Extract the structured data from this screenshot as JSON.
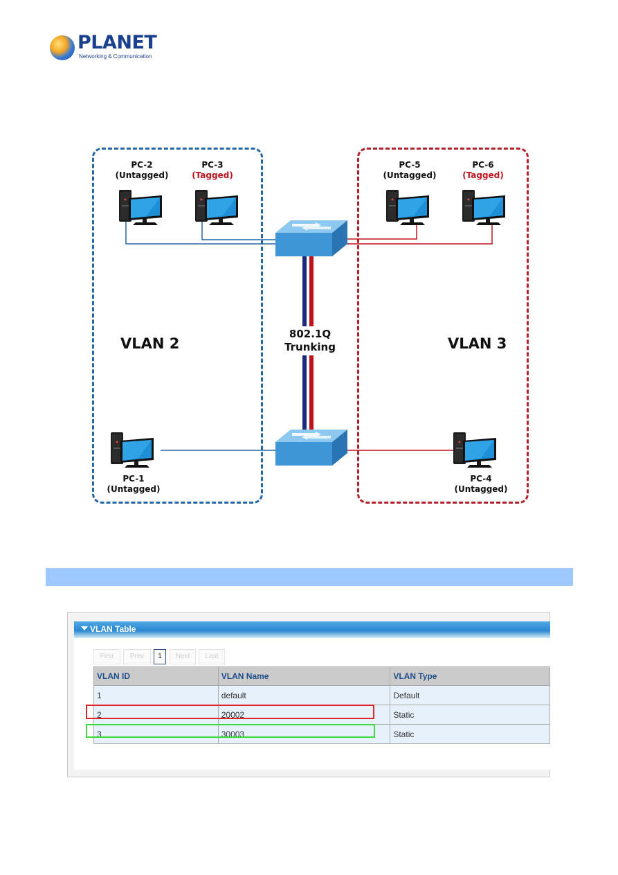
{
  "logo": {
    "brand": "PLANET",
    "tagline": "Networking & Communication"
  },
  "diagram": {
    "vlan2_title": "VLAN 2",
    "vlan3_title": "VLAN 3",
    "trunk_line1": "802.1Q",
    "trunk_line2": "Trunking",
    "pcs": [
      {
        "name": "PC-2",
        "mode": "(Untagged)"
      },
      {
        "name": "PC-3",
        "mode": "(Tagged)"
      },
      {
        "name": "PC-5",
        "mode": "(Untagged)"
      },
      {
        "name": "PC-6",
        "mode": "(Tagged)"
      },
      {
        "name": "PC-1",
        "mode": "(Untagged)"
      },
      {
        "name": "PC-4",
        "mode": "(Untagged)"
      }
    ],
    "colors": {
      "vlan2": "#2467a8",
      "vlan3": "#b51f2a",
      "tagged_text": "#c0121d"
    }
  },
  "vlan_table": {
    "title": "VLAN Table",
    "pager": [
      "First",
      "Prev",
      "1",
      "Next",
      "Last"
    ],
    "columns": [
      "VLAN ID",
      "VLAN Name",
      "VLAN Type"
    ],
    "rows": [
      [
        "1",
        "default",
        "Default"
      ],
      [
        "2",
        "20002",
        "Static"
      ],
      [
        "3",
        "30003",
        "Static"
      ]
    ]
  }
}
